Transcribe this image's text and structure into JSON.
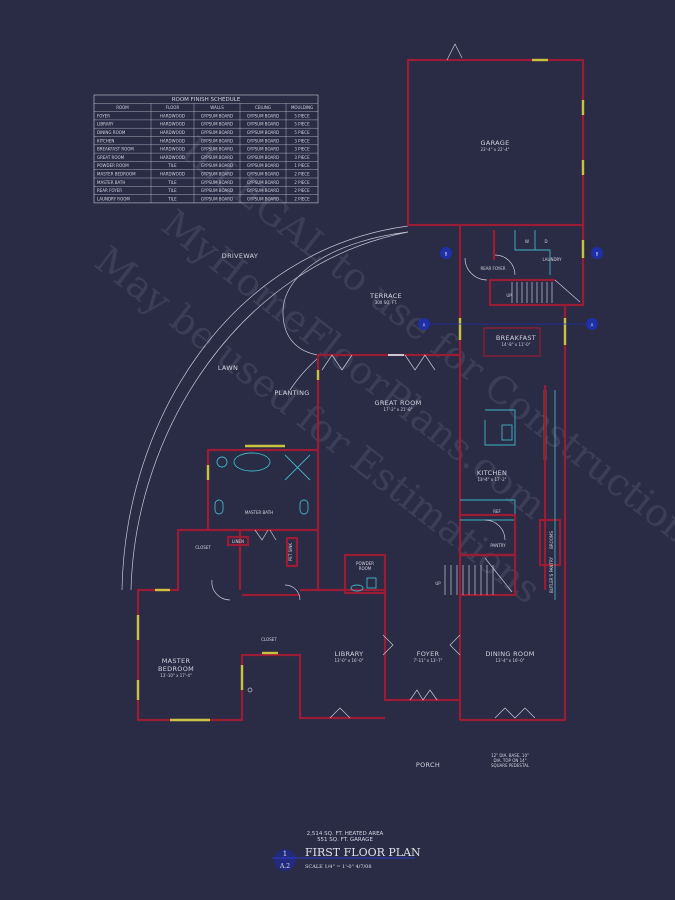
{
  "schedule": {
    "title": "ROOM FINISH SCHEDULE",
    "headers": [
      "ROOM",
      "FLOOR",
      "WALLS",
      "CEILING",
      "MOULDING"
    ],
    "rows": [
      [
        "FOYER",
        "HARDWOOD",
        "GYPSUM BOARD",
        "GYPSUM BOARD",
        "5 PIECE"
      ],
      [
        "LIBRARY",
        "HARDWOOD",
        "GYPSUM BOARD",
        "GYPSUM BOARD",
        "5 PIECE"
      ],
      [
        "DINING ROOM",
        "HARDWOOD",
        "GYPSUM BOARD",
        "GYPSUM BOARD",
        "5 PIECE"
      ],
      [
        "KITCHEN",
        "HARDWOOD",
        "GYPSUM BOARD",
        "GYPSUM BOARD",
        "3 PIECE"
      ],
      [
        "BREAKFAST ROOM",
        "HARDWOOD",
        "GYPSUM BOARD",
        "GYPSUM BOARD",
        "3 PIECE"
      ],
      [
        "GREAT ROOM",
        "HARDWOOD",
        "GYPSUM BOARD",
        "GYPSUM BOARD",
        "3 PIECE"
      ],
      [
        "POWDER ROOM",
        "TILE",
        "GYPSUM BOARD",
        "GYPSUM BOARD",
        "1 PIECE"
      ],
      [
        "MASTER BEDROOM",
        "HARDWOOD",
        "GYPSUM BOARD",
        "GYPSUM BOARD",
        "2 PIECE"
      ],
      [
        "MASTER BATH",
        "TILE",
        "GYPSUM BOARD",
        "GYPSUM BOARD",
        "2 PIECE"
      ],
      [
        "REAR FOYER",
        "TILE",
        "GYPSUM BOARD",
        "GYPSUM BOARD",
        "2 PIECE"
      ],
      [
        "LAUNDRY ROOM",
        "TILE",
        "GYPSUM BOARD",
        "GYPSUM BOARD",
        "2 PIECE"
      ]
    ]
  },
  "rooms": {
    "garage": {
      "name": "GARAGE",
      "dim": "23'-4\" x 22'-4\""
    },
    "terrace": {
      "name": "TERRACE",
      "dim": "300 SQ. FT."
    },
    "breakfast": {
      "name": "BREAKFAST",
      "dim": "14'-8\" x 11'-0\""
    },
    "great_room": {
      "name": "GREAT ROOM",
      "dim": "17'-2\" x 21'-8\""
    },
    "kitchen": {
      "name": "KITCHEN",
      "dim": "13'-4\" x 17'-2\""
    },
    "master_bedroom": {
      "name1": "MASTER",
      "name2": "BEDROOM",
      "dim": "13'-10\" x 17'-4\""
    },
    "library": {
      "name": "LIBRARY",
      "dim": "13'-0\" x 16'-0\""
    },
    "foyer": {
      "name": "FOYER",
      "dim": "7'-11\" x 13'-7\""
    },
    "dining": {
      "name": "DINING ROOM",
      "dim": "13'-4\" x 16'-0\""
    },
    "rear_foyer": "REAR FOYER",
    "laundry": "LAUNDRY",
    "master_bath": "MASTER BATH",
    "closet": "CLOSET",
    "linen": "LINEN",
    "pet_sink": "PET SINK",
    "powder1": "POWDER",
    "powder2": "ROOM",
    "ref": "REF",
    "pantry": "PANTRY",
    "brooms": "BROOMS",
    "butlers_pantry": "BUTLER'S PANTRY",
    "washer": "W",
    "dryer": "D",
    "up": "UP"
  },
  "site": {
    "driveway": "DRIVEWAY",
    "lawn": "LAWN",
    "planting": "PLANTING",
    "porch": "PORCH"
  },
  "note": [
    "12\" DIA. BASE, 10\"",
    "DIA. TOP ON 14\"",
    "SQUARE PEDESTAL"
  ],
  "section_markers": {
    "a": "A",
    "b": "B"
  },
  "title_block": {
    "area1": "2,514 SQ. FT. HEATED AREA",
    "area2": "551 SQ. FT. GARAGE",
    "title": "FIRST FLOOR PLAN",
    "number": "1",
    "sheet": "A.2",
    "scale": "SCALE 1/4\" = 1'-0\"   4/7/08"
  },
  "watermark": [
    "ILLEGAL to use for Construction",
    "MyHomeFloorPlans.com",
    "May be used for Estimations"
  ],
  "colors": {
    "background": "#2a2b45",
    "walls": "#9a1c35",
    "fixtures": "#3fb4c4",
    "windows": "#c8c441",
    "markers": "#1f2fa8"
  }
}
